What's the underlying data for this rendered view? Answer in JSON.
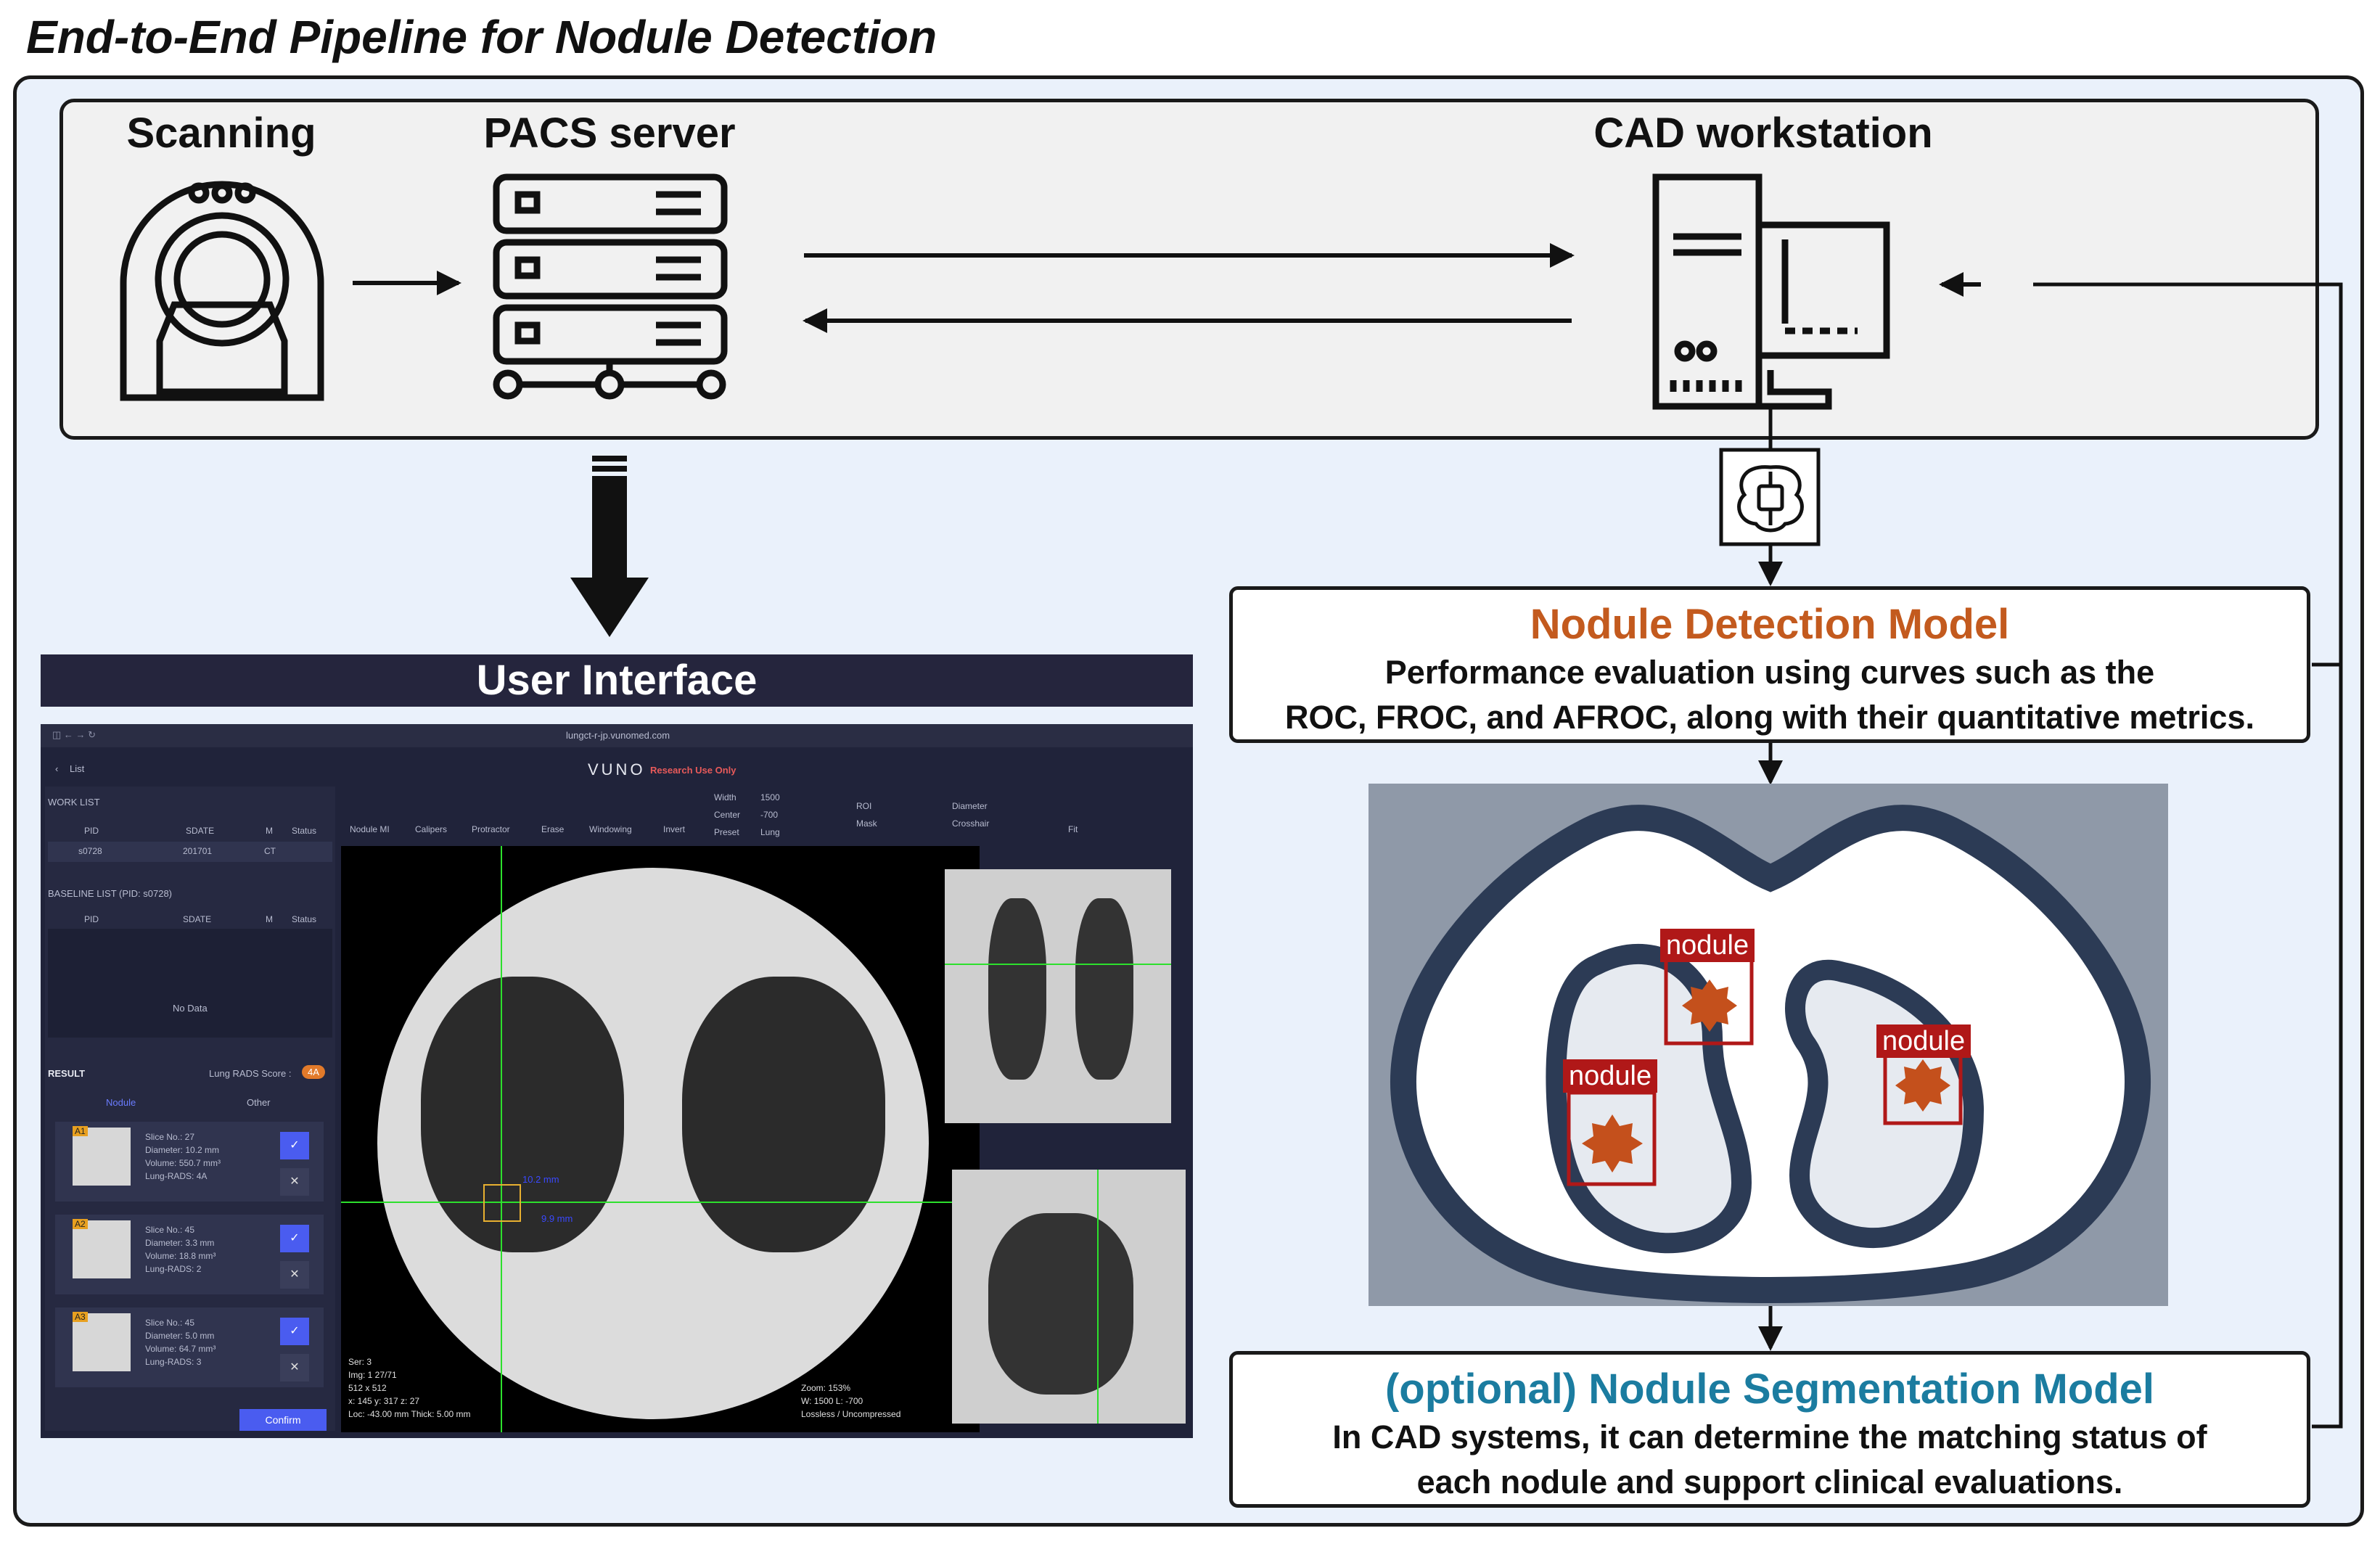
{
  "page_title": "End-to-End Pipeline for Nodule Detection",
  "nodes": {
    "scanning": "Scanning",
    "pacs": "PACS server",
    "cad": "CAD workstation"
  },
  "user_interface": {
    "header": "User Interface",
    "url": "lungct-r-jp.vunomed.com",
    "back_label": "List",
    "brand": "vuno",
    "research_tag": "Research Use Only",
    "work_list": {
      "title": "WORK LIST",
      "columns": [
        "PID",
        "SDATE",
        "M",
        "Status"
      ],
      "row": [
        "s0728",
        "201701",
        "CT"
      ]
    },
    "baseline_list": {
      "title": "BASELINE LIST (PID: s0728)",
      "columns": [
        "PID",
        "SDATE",
        "M",
        "Status"
      ],
      "empty": "No Data"
    },
    "result": {
      "title": "RESULT",
      "score_label": "Lung RADS Score :",
      "score": "4A",
      "tabs": [
        "Nodule",
        "Other"
      ],
      "cards": [
        {
          "tag": "A1",
          "lines": [
            "Slice No.: 27",
            "Diameter: 10.2 mm",
            "Volume: 550.7 mm³",
            "Lung-RADS: 4A"
          ]
        },
        {
          "tag": "A2",
          "lines": [
            "Slice No.: 45",
            "Diameter: 3.3 mm",
            "Volume: 18.8 mm³",
            "Lung-RADS: 2"
          ]
        },
        {
          "tag": "A3",
          "lines": [
            "Slice No.: 45",
            "Diameter: 5.0 mm",
            "Volume: 64.7 mm³",
            "Lung-RADS: 3"
          ]
        }
      ],
      "confirm": "Confirm"
    },
    "toolbar": [
      "Nodule MI",
      "Calipers",
      "Protractor",
      "Erase",
      "Windowing",
      "Invert"
    ],
    "window": {
      "width_label": "Width",
      "width": "1500",
      "center_label": "Center",
      "center": "-700",
      "preset_label": "Preset",
      "preset": "Lung"
    },
    "toggles": [
      "ROI",
      "Mask",
      "Diameter",
      "Crosshair"
    ],
    "fit": "Fit",
    "measure_1": "10.2 mm",
    "measure_2": "9.9 mm",
    "viewer_info_left": [
      "Ser: 3",
      "Img: 1 27/71",
      "512 x 512",
      "x: 145 y: 317 z: 27",
      "Loc: -43.00 mm Thick: 5.00 mm"
    ],
    "viewer_info_right": [
      "Zoom: 153%",
      "W: 1500 L: -700",
      "Lossless / Uncompressed"
    ]
  },
  "detection_model": {
    "title": "Nodule Detection Model",
    "desc_lines": [
      "Performance evaluation using curves such as the",
      "ROC, FROC, and AFROC, along with their quantitative metrics."
    ]
  },
  "segmentation_model": {
    "title": "(optional) Nodule Segmentation Model",
    "desc_lines": [
      "In CAD systems, it can determine the matching status of",
      "each nodule and support clinical evaluations."
    ]
  },
  "nodule_labels": [
    "nodule",
    "nodule",
    "nodule"
  ],
  "colors": {
    "detection_title": "#c35a1e",
    "segmentation_title": "#1b7ca0",
    "nodule_box": "#b01818",
    "nodule_star": "#c4501c",
    "lung_outline": "#2c3b55"
  }
}
